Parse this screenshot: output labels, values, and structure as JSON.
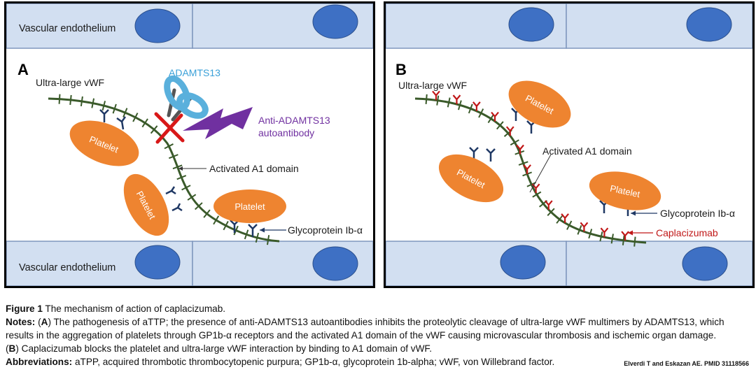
{
  "panel_a": {
    "letter": "A",
    "endothelium_top": "Vascular endothelium",
    "endothelium_bottom": "Vascular endothelium",
    "vwf_label": "Ultra-large vWF",
    "enzyme_label": "ADAMTS13",
    "antibody_label_1": "Anti-ADAMTS13",
    "antibody_label_2": "autoantibody",
    "a1_label": "Activated A1 domain",
    "gp_label": "Glycoprotein Ib-α",
    "platelet": "Platelet"
  },
  "panel_b": {
    "letter": "B",
    "vwf_label": "Ultra-large vWF",
    "a1_label": "Activated A1 domain",
    "gp_label": "Glycoprotein Ib-α",
    "drug_label": "Caplacizumab",
    "platelet": "Platelet"
  },
  "colors": {
    "endothelium_fill": "#d2dff1",
    "endothelium_stroke": "#7f97bd",
    "nucleus": "#3e70c4",
    "vwf": "#3a5a2a",
    "platelet": "#ee8430",
    "receptor": "#1f3864",
    "drug": "#c01818",
    "enzyme": "#5ab0dc",
    "antibody": "#7030a0"
  },
  "caption": {
    "figure_label": "Figure 1",
    "title": "The mechanism of action of caplacizumab.",
    "notes_label": "Notes:",
    "notes_a_open": "(",
    "notes_a_letter": "A",
    "notes_a_close": ")",
    "notes_a_text": "The pathogenesis of aTTP; the presence of anti-ADAMTS13 autoantibodies inhibits the proteolytic cleavage of ultra-large vWF multimers by ADAMTS13, which results in the aggregation of platelets through GP1b-α receptors and the activated A1 domain of the vWF causing microvascular thrombosis and ischemic organ damage.",
    "notes_b_open": "(",
    "notes_b_letter": "B",
    "notes_b_close": ")",
    "notes_b_text": "Caplacizumab blocks the platelet and ultra-large vWF interaction by binding to A1 domain of vWF.",
    "abbrev_label": "Abbreviations:",
    "abbrev_text": "aTPP, acquired thrombotic thrombocytopenic purpura; GP1b-α, glycoprotein 1b-alpha; vWF, von Willebrand factor.",
    "credit": "Elverdi T and Eskazan AE.  PMID 31118566"
  }
}
